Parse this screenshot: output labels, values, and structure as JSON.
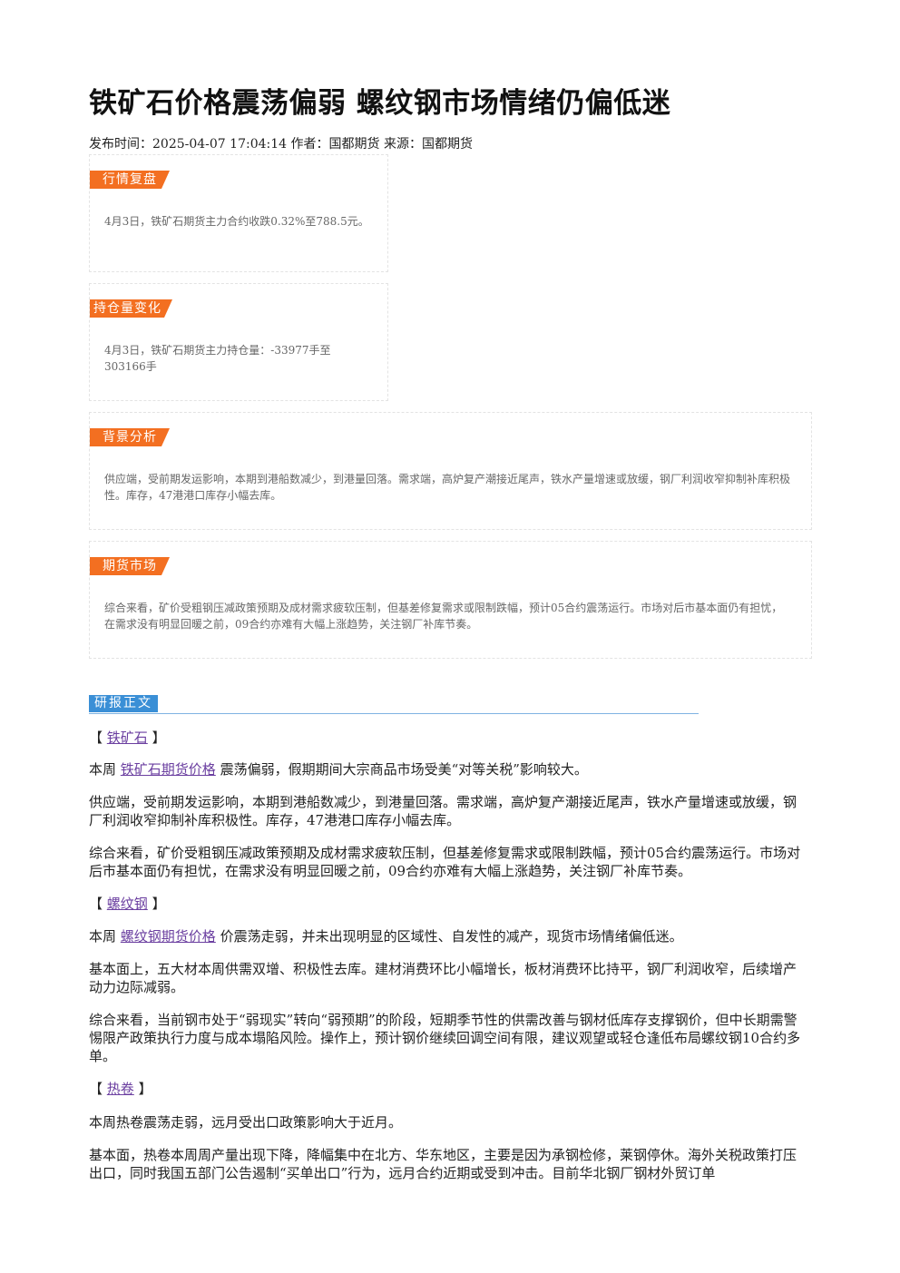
{
  "article": {
    "title": "铁矿石价格震荡偏弱 螺纹钢市场情绪仍偏低迷",
    "meta": "发布时间：2025-04-07 17:04:14 作者：国都期货 来源：国都期货"
  },
  "summary_boxes": {
    "market_review": {
      "tag": "行情复盘",
      "text": "4月3日，铁矿石期货主力合约收跌0.32%至788.5元。"
    },
    "open_interest": {
      "tag": "持仓量变化",
      "text": "4月3日，铁矿石期货主力持仓量：-33977手至303166手"
    },
    "background": {
      "tag": "背景分析",
      "text": "供应端，受前期发运影响，本期到港船数减少，到港量回落。需求端，高炉复产潮接近尾声，铁水产量增速或放缓，钢厂利润收窄抑制补库积极性。库存，47港港口库存小幅去库。"
    },
    "futures_market": {
      "tag": "期货市场",
      "text": "综合来看，矿价受粗钢压减政策预期及成材需求疲软压制，但基差修复需求或限制跌幅，预计05合约震荡运行。市场对后市基本面仍有担忧，在需求没有明显回暖之前，09合约亦难有大幅上涨趋势，关注钢厂补库节奏。"
    }
  },
  "report": {
    "heading": "研报正文",
    "iron_ore": {
      "bracket_open": "【",
      "link": "铁矿石",
      "bracket_close": "】",
      "p1_prefix": "本周",
      "p1_link": "铁矿石期货价格",
      "p1_suffix": "震荡偏弱，假期期间大宗商品市场受美“对等关税”影响较大。",
      "p2": "供应端，受前期发运影响，本期到港船数减少，到港量回落。需求端，高炉复产潮接近尾声，铁水产量增速或放缓，钢厂利润收窄抑制补库积极性。库存，47港港口库存小幅去库。",
      "p3": "综合来看，矿价受粗钢压减政策预期及成材需求疲软压制，但基差修复需求或限制跌幅，预计05合约震荡运行。市场对后市基本面仍有担忧，在需求没有明显回暖之前，09合约亦难有大幅上涨趋势，关注钢厂补库节奏。"
    },
    "rebar": {
      "bracket_open": "【",
      "link": "螺纹钢",
      "bracket_close": "】",
      "p1_prefix": "本周",
      "p1_link": "螺纹钢期货价格",
      "p1_suffix": "价震荡走弱，并未出现明显的区域性、自发性的减产，现货市场情绪偏低迷。",
      "p2": "基本面上，五大材本周供需双增、积极性去库。建材消费环比小幅增长，板材消费环比持平，钢厂利润收窄，后续增产动力边际减弱。",
      "p3": "综合来看，当前钢市处于“弱现实”转向“弱预期”的阶段，短期季节性的供需改善与钢材低库存支撑钢价，但中长期需警惕限产政策执行力度与成本塌陷风险。操作上，预计钢价继续回调空间有限，建议观望或轻仓逢低布局螺纹钢10合约多单。"
    },
    "hot_coil": {
      "bracket_open": "【",
      "link": "热卷",
      "bracket_close": "】",
      "p1": "本周热卷震荡走弱，远月受出口政策影响大于近月。",
      "p2": "基本面，热卷本周周产量出现下降，降幅集中在北方、华东地区，主要是因为承钢检修，莱钢停休。海外关税政策打压出口，同时我国五部门公告遏制“买单出口”行为，远月合约近期或受到冲击。目前华北钢厂钢材外贸订单"
    }
  },
  "colors": {
    "tag_orange": "#f36f21",
    "report_blue": "#3a8fd6",
    "link_purple": "#6b3fa0"
  }
}
